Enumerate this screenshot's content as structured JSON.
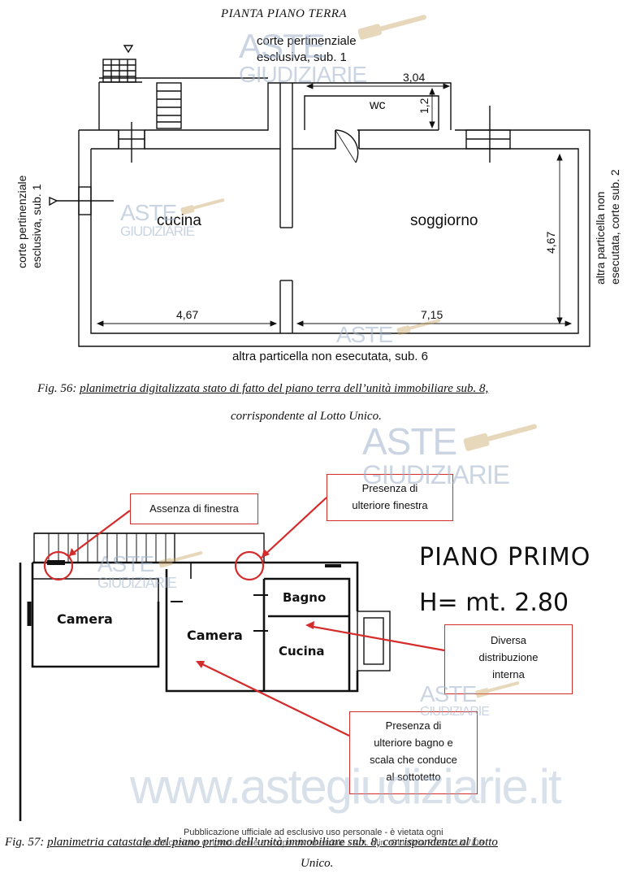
{
  "plan1": {
    "title": "PIANTA PIANO TERRA",
    "label_top": [
      "corte pertinenziale",
      "esclusiva, sub. 1"
    ],
    "label_left": [
      "corte pertinenziale",
      "esclusiva, sub. 1"
    ],
    "label_right": [
      "altra particella non",
      "esecutata, corte sub. 2"
    ],
    "label_bottom": "altra particella non esecutata, sub. 6",
    "room_wc": "wc",
    "room_cucina": "cucina",
    "room_soggiorno": "soggiorno",
    "dim_304": "3,04",
    "dim_12": "1,2",
    "dim_467_h": "4,67",
    "dim_715": "7,15",
    "dim_467_v": "4,67"
  },
  "fig56": {
    "label": "Fig. 56",
    "text": "planimetria digitalizzata stato di fatto del piano terra dell’unità immobiliare sub. 8,",
    "text2": "corrispondente al Lotto Unico."
  },
  "plan2": {
    "heading": "PIANO PRIMO",
    "height": "H= mt. 2.80",
    "room_camera1": "Camera",
    "room_camera2": "Camera",
    "room_bagno": "Bagno",
    "room_cucina": "Cucina",
    "callout_assenza": "Assenza di finestra",
    "callout_presenza": [
      "Presenza di",
      "ulteriore finestra"
    ],
    "callout_diversa": [
      "Diversa",
      "distribuzione",
      "interna"
    ],
    "callout_bagno": [
      "Presenza di",
      "ulteriore bagno e",
      "scala che conduce",
      "al sottotetto"
    ],
    "accent_color": "#d42b2b"
  },
  "fig57": {
    "label": "Fig. 57",
    "text": "planimetria catastale del piano primo dell’unità immobiliare sub. 8, corrispondente al Lotto",
    "text2": "Unico."
  },
  "watermark": {
    "aste": "ASTE",
    "giudiziarie": "GIUDIZIARIE",
    "site": "www.astegiudiziarie.it",
    "notice1": "Pubblicazione ufficiale ad esclusivo uso personale - è vietata ogni",
    "notice2": "ripubblicazione o riproduzione a scopo commerciale - Aut. Min. Giustizia PDG 21/07/09",
    "color": "#9fb2cc"
  }
}
